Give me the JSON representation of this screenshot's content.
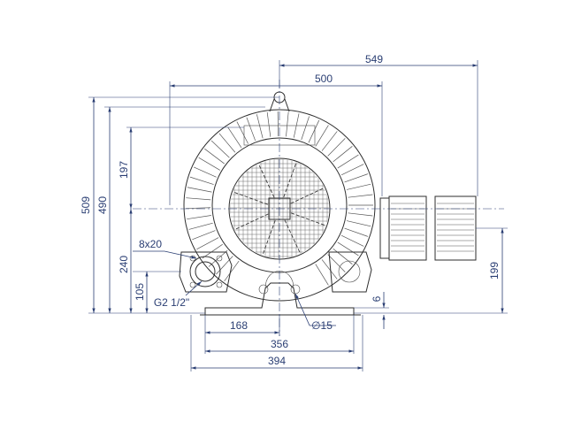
{
  "drawing": {
    "colors": {
      "dimension": "#2a3e73",
      "part_outline": "#2e2e2e",
      "background": "#ffffff"
    },
    "dimensions": {
      "overall_length": "549",
      "body_length": "500",
      "overall_height": "509",
      "body_height": "490",
      "top_to_center": "197",
      "center_height": "240",
      "port_height": "105",
      "motor_axis_height": "199",
      "foot_thickness": "6",
      "port_offset": "168",
      "mount_hole_spacing": "356",
      "base_width": "394",
      "mount_hole_diameter": "∅15",
      "port_bolt_pattern": "8x20",
      "port_thread": "G2 1/2\""
    }
  }
}
